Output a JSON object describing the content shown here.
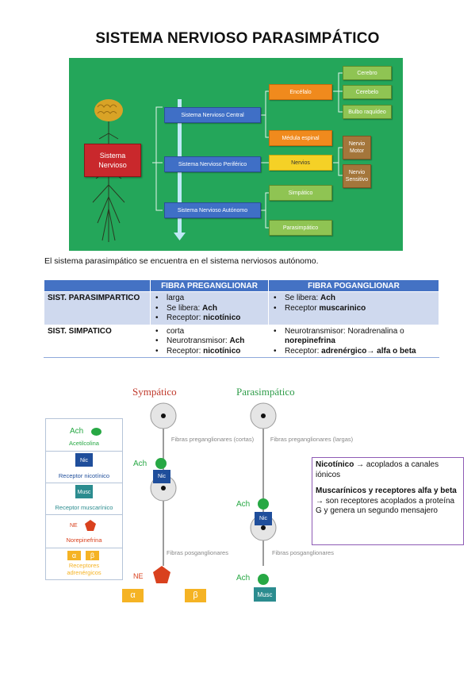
{
  "title": "SISTEMA NERVIOSO PARASIMPÁTICO",
  "diagram": {
    "root": "Sistema Nervioso",
    "level1": [
      "Sistema Nervioso Central",
      "Sistema Nervioso Periférico",
      "Sistema Nervioso Autónomo"
    ],
    "encefalo": "Encéfalo",
    "encefalo_parts": [
      "Cerebro",
      "Cerebelo",
      "Bulbo raquídeo"
    ],
    "medula": "Médula espinal",
    "nervios": "Nervios",
    "nervios_parts": [
      "Nervio Motor",
      "Nervio Sensitivo"
    ],
    "simpatico": "Simpático",
    "parasimpatico": "Parasimpático"
  },
  "intro": "El sistema parasimpático se encuentra en el sistema nerviosos autónomo.",
  "table": {
    "headers": [
      "",
      "FIBRA PREGANGLIONAR",
      "FIBRA POGANGLIONAR"
    ],
    "rows": [
      {
        "label": "SIST. PARASIMPARTICO",
        "pre": [
          {
            "text": "larga",
            "bold": ""
          },
          {
            "text": "Se libera: ",
            "bold": "Ach"
          },
          {
            "text": "Receptor: ",
            "bold": "nicotínico"
          }
        ],
        "post": [
          {
            "text": "Se libera: ",
            "bold": "Ach"
          },
          {
            "text": "Receptor ",
            "bold": "muscarinico"
          }
        ]
      },
      {
        "label": "SIST. SIMPATICO",
        "pre": [
          {
            "text": "corta",
            "bold": ""
          },
          {
            "text": "Neurotransmisor: ",
            "bold": "Ach"
          },
          {
            "text": "Receptor: ",
            "bold": "nicotínico"
          }
        ],
        "post": [
          {
            "text": "Neurotransmisor: Noradrenalina o ",
            "bold": "norepinefrina"
          },
          {
            "text": "Receptor: ",
            "bold": "adrenérgico→ alfa o beta"
          }
        ]
      }
    ]
  },
  "neuro": {
    "sympathetic_label": "Sympático",
    "parasympathetic_label": "Parasimpático",
    "legend": {
      "ach": "Ach",
      "acetilcolina": "Acetilcolina",
      "nic": "Nic",
      "receptor_nicotinico": "Receptor nicotínico",
      "musc": "Musc",
      "receptor_muscarinico": "Receptor muscarínico",
      "ne": "NE",
      "norepinefrina": "Norepinefrina",
      "alpha": "α",
      "beta": "β",
      "receptores_adrenergicos": "Receptores adrenérgicos"
    },
    "fibras_pre_cortas": "Fibras preganglionares (cortas)",
    "fibras_pre_largas": "Fibras preganglionares (largas)",
    "fibras_pos": "Fibras posganglionares",
    "ach": "Ach",
    "nic": "Nic",
    "musc": "Musc",
    "ne": "NE",
    "alpha": "α",
    "beta": "β"
  },
  "note": {
    "p1_bold": "Nicotínico",
    "p1_rest": " → acoplados a canales iónicos",
    "p2_bold": "Muscarínicos y receptores alfa y beta",
    "p2_rest": " → son receptores acoplados a proteína G y genera un segundo mensajero"
  },
  "colors": {
    "green_bg": "#24a65a",
    "table_header": "#4472c4",
    "ach_green": "#27a844",
    "nic_blue": "#1f4e9b",
    "musc_teal": "#2b8c8f",
    "ne_red": "#d9411e",
    "adrenergic_orange": "#f5b324"
  }
}
